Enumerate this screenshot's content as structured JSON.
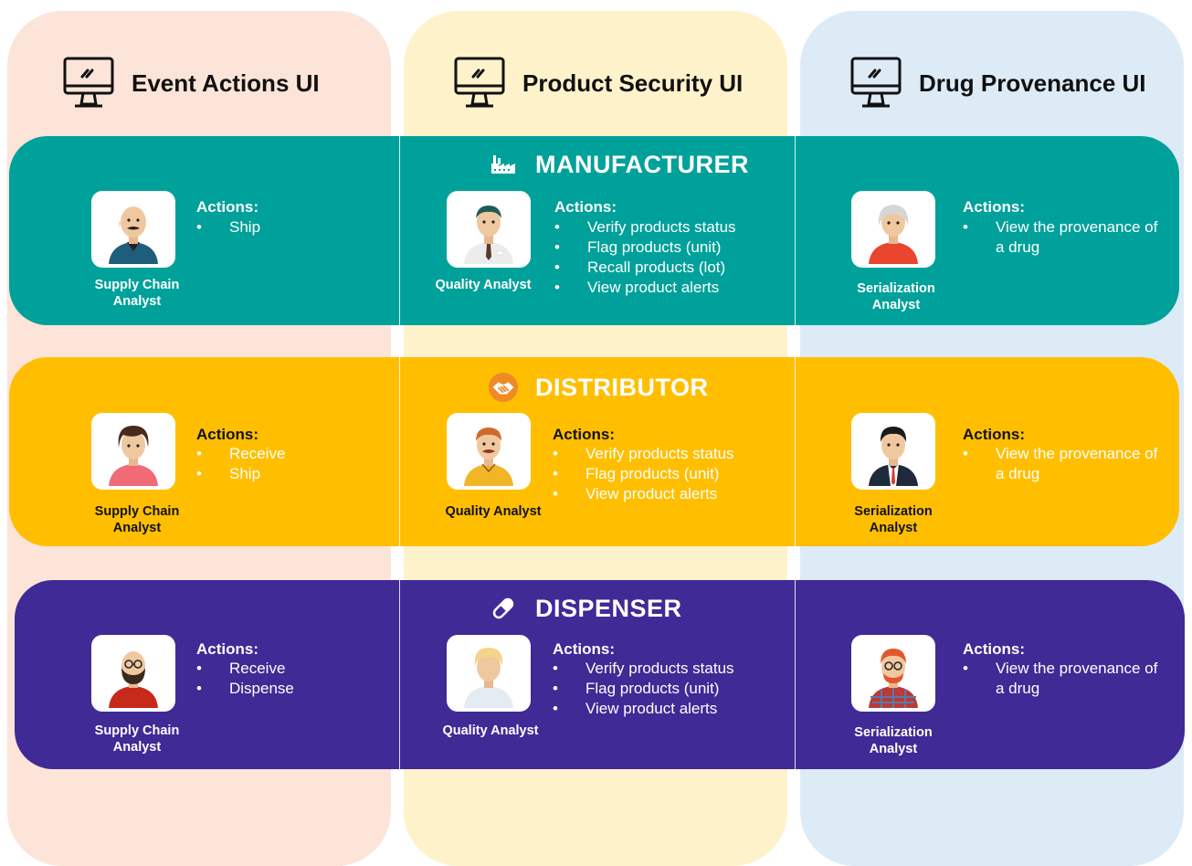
{
  "colors": {
    "event_column": "#FCE4D8",
    "security_column": "#FEF2CB",
    "provenance_column": "#DDEBF7",
    "manufacturer": "#00A19A",
    "distributor": "#FFBF00",
    "dispenser": "#3F2A96"
  },
  "columns": [
    {
      "title": "Event Actions UI",
      "icon": "monitor-icon"
    },
    {
      "title": "Product Security UI",
      "icon": "monitor-icon"
    },
    {
      "title": "Drug Provenance UI",
      "icon": "monitor-icon"
    }
  ],
  "bands": [
    {
      "title": "MANUFACTURER",
      "icon": "factory-icon",
      "cells": [
        {
          "role": "Supply Chain Analyst",
          "actions_label": "Actions:",
          "actions": [
            "Ship"
          ]
        },
        {
          "role": "Quality Analyst",
          "actions_label": "Actions:",
          "actions": [
            "Verify products status",
            "Flag products (unit)",
            "Recall products (lot)",
            "View product alerts"
          ]
        },
        {
          "role": "Serialization Analyst",
          "actions_label": "Actions:",
          "actions": [
            "View the provenance of a drug"
          ]
        }
      ]
    },
    {
      "title": "DISTRIBUTOR",
      "icon": "handshake-icon",
      "cells": [
        {
          "role": "Supply Chain Analyst",
          "actions_label": "Actions:",
          "actions": [
            "Receive",
            "Ship"
          ]
        },
        {
          "role": "Quality Analyst",
          "actions_label": "Actions:",
          "actions": [
            "Verify products status",
            "Flag products (unit)",
            "View product alerts"
          ]
        },
        {
          "role": "Serialization Analyst",
          "actions_label": "Actions:",
          "actions": [
            "View the provenance of a drug"
          ]
        }
      ]
    },
    {
      "title": "DISPENSER",
      "icon": "pill-icon",
      "cells": [
        {
          "role": "Supply Chain Analyst",
          "actions_label": "Actions:",
          "actions": [
            "Receive",
            "Dispense"
          ]
        },
        {
          "role": "Quality Analyst",
          "actions_label": "Actions:",
          "actions": [
            "Verify products status",
            "Flag products (unit)",
            "View product alerts"
          ]
        },
        {
          "role": "Serialization Analyst",
          "actions_label": "Actions:",
          "actions": [
            "View the provenance of a drug"
          ]
        }
      ]
    }
  ]
}
